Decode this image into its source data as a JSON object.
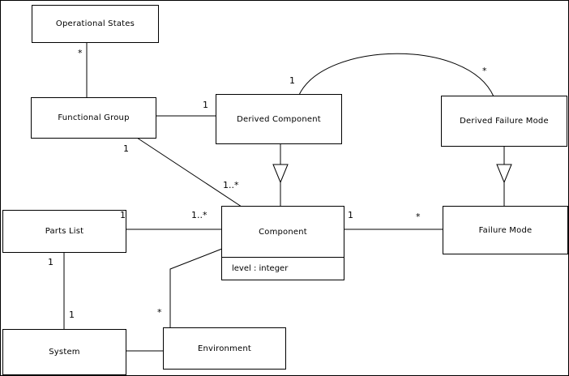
{
  "diagram": {
    "kind": "uml-class-diagram",
    "nodes": {
      "operational_states": {
        "label": "Operational States"
      },
      "functional_group": {
        "label": "Functional Group"
      },
      "derived_component": {
        "label": "Derived Component"
      },
      "derived_failure_mode": {
        "label": "Derived Failure Mode"
      },
      "parts_list": {
        "label": "Parts List"
      },
      "component": {
        "label": "Component",
        "attribute": "level : integer"
      },
      "failure_mode": {
        "label": "Failure Mode"
      },
      "system": {
        "label": "System"
      },
      "environment": {
        "label": "Environment"
      }
    },
    "edges": [
      {
        "from": "Operational States",
        "to": "Functional Group",
        "type": "association",
        "labels": [
          "*"
        ]
      },
      {
        "from": "Functional Group",
        "to": "Derived Component",
        "type": "association",
        "labels": [
          "1"
        ]
      },
      {
        "from": "Derived Component",
        "to": "Derived Failure Mode",
        "type": "association",
        "labels": [
          "1",
          "*"
        ]
      },
      {
        "from": "Derived Component",
        "to": "Component",
        "type": "generalization",
        "labels": []
      },
      {
        "from": "Derived Failure Mode",
        "to": "Failure Mode",
        "type": "generalization",
        "labels": []
      },
      {
        "from": "Functional Group",
        "to": "Component",
        "type": "association",
        "labels": [
          "1",
          "1..*"
        ]
      },
      {
        "from": "Parts List",
        "to": "Component",
        "type": "association",
        "labels": [
          "1",
          "1..*"
        ]
      },
      {
        "from": "Component",
        "to": "Failure Mode",
        "type": "association",
        "labels": [
          "1",
          "*"
        ]
      },
      {
        "from": "Parts List",
        "to": "System",
        "type": "association",
        "labels": [
          "1",
          "1"
        ]
      },
      {
        "from": "Component",
        "to": "Environment",
        "type": "association",
        "labels": [
          "*"
        ]
      },
      {
        "from": "System",
        "to": "Environment",
        "type": "association",
        "labels": []
      }
    ],
    "multiplicities": {
      "os_fg": "*",
      "fg_dc": "1",
      "dc_dfm_left": "1",
      "dc_dfm_right": "*",
      "fg_comp_src": "1",
      "fg_comp_dst": "1..*",
      "pl_comp_src": "1",
      "pl_comp_dst": "1..*",
      "comp_fm_src": "1",
      "comp_fm_dst": "*",
      "pl_sys_src": "1",
      "pl_sys_dst": "1",
      "comp_env": "*"
    },
    "colors": {
      "line": "#000000",
      "box_fill": "#ffffff",
      "text": "#000000"
    }
  }
}
